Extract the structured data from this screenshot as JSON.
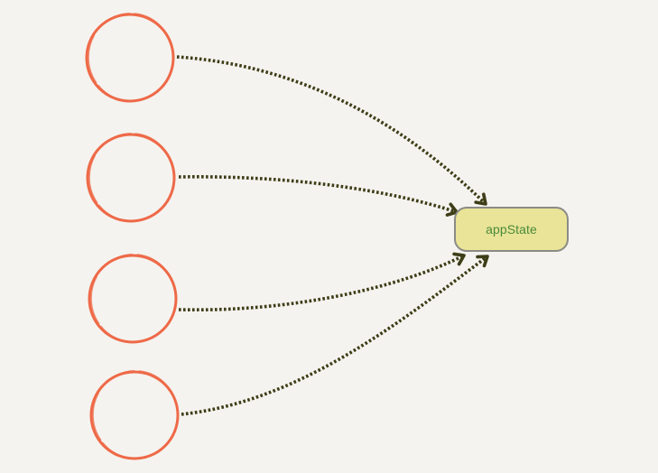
{
  "colors": {
    "background": "#f5f3ef",
    "circle_stroke": "#ee6a48",
    "edge": "#3d3d17",
    "state_fill": "#e9e497",
    "state_border": "#8b8b86",
    "state_text": "#4a8a3a"
  },
  "nodes": [
    {
      "id": "component-1",
      "label": ""
    },
    {
      "id": "component-2",
      "label": ""
    },
    {
      "id": "component-3",
      "label": ""
    },
    {
      "id": "component-4",
      "label": ""
    }
  ],
  "target": {
    "id": "app-state",
    "label": "appState"
  },
  "edges": [
    {
      "from": "component-1",
      "to": "app-state",
      "style": "dotted-arrow"
    },
    {
      "from": "component-2",
      "to": "app-state",
      "style": "dotted-arrow"
    },
    {
      "from": "component-3",
      "to": "app-state",
      "style": "dotted-arrow"
    },
    {
      "from": "component-4",
      "to": "app-state",
      "style": "dotted-arrow"
    }
  ]
}
